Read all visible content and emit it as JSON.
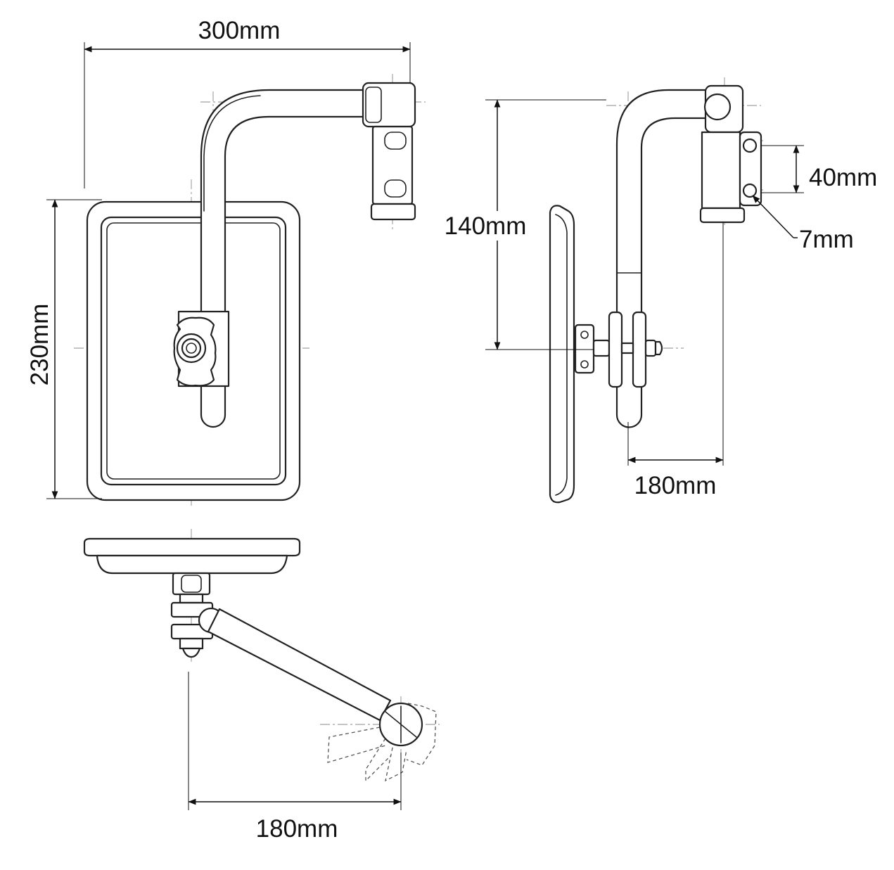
{
  "dimensions": {
    "front_width": "300mm",
    "front_height": "230mm",
    "side_height": "140mm",
    "side_depth": "180mm",
    "bracket_hole_spacing": "40mm",
    "bracket_hole_diameter": "7mm",
    "top_arm_reach": "180mm"
  },
  "colors": {
    "line": "#222222",
    "centerline": "#8a8a8a",
    "background": "#ffffff"
  }
}
